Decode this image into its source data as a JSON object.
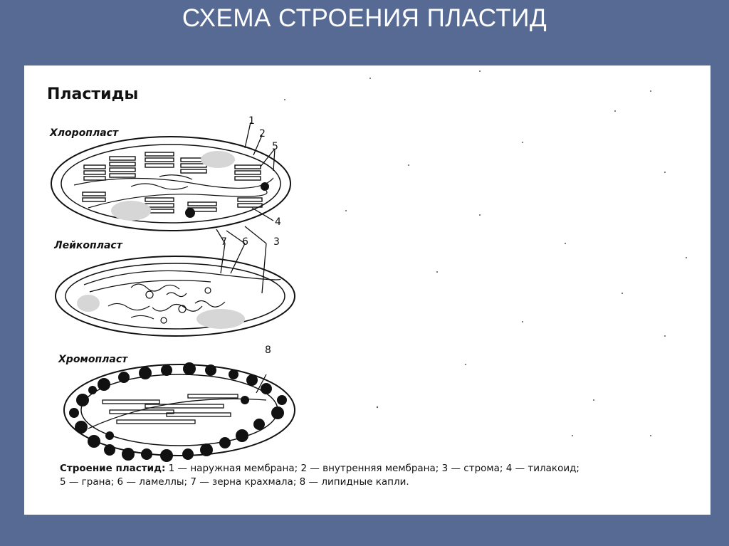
{
  "slide": {
    "title": "СХЕМА СТРОЕНИЯ ПЛАСТИД"
  },
  "figure": {
    "heading": "Пластиды",
    "plastids": [
      {
        "label": "Хлоропласт"
      },
      {
        "label": "Лейкопласт"
      },
      {
        "label": "Хромопласт"
      }
    ],
    "callouts": [
      "1",
      "2",
      "5",
      "4",
      "7",
      "6",
      "3",
      "8"
    ],
    "caption": {
      "bold": "Строение пластид:",
      "line1": " 1 — наружная мембрана; 2 — внутренняя мембрана; 3 — строма; 4 — тилакоид;",
      "line2": "5 — грана; 6 — ламеллы; 7 — зерна крахмала; 8 — липидные капли."
    }
  },
  "colors": {
    "background": "#566a93",
    "panel": "#ffffff",
    "ink": "#111111"
  }
}
